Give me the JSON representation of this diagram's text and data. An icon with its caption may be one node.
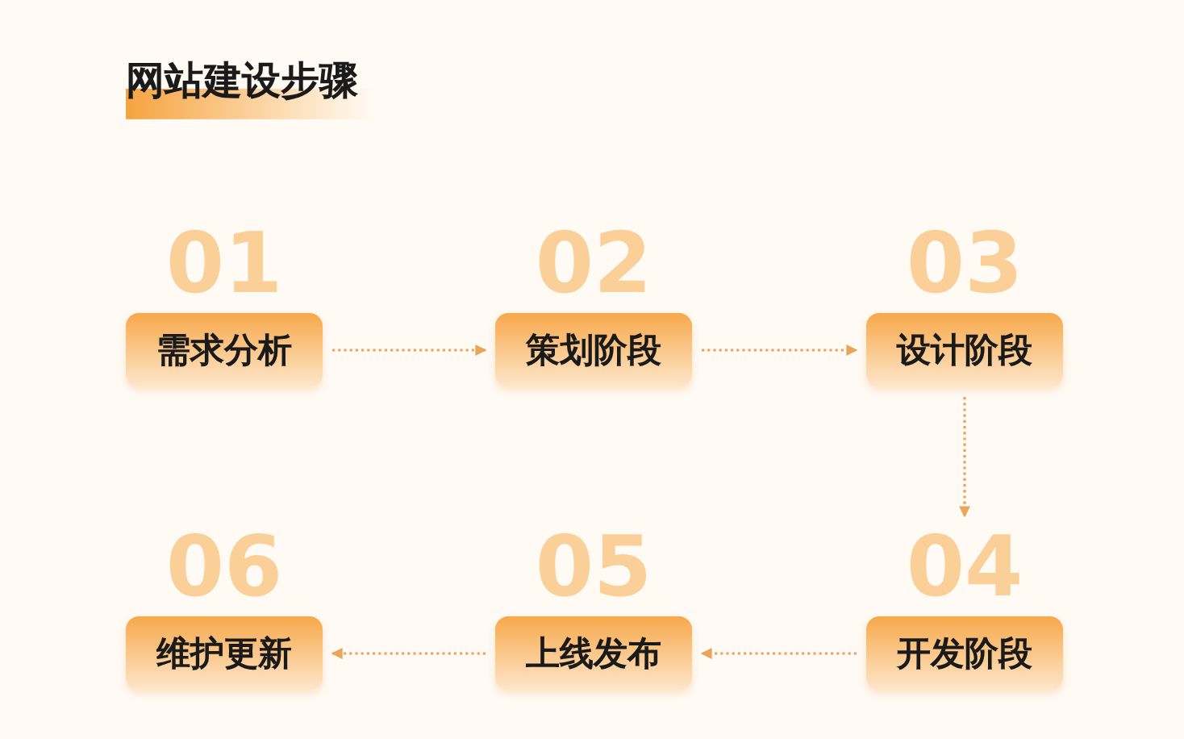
{
  "diagram": {
    "title": "网站建设步骤",
    "nodes": [
      {
        "text": [
          "01",
          "需求分析"
        ]
      },
      {
        "text": [
          "02",
          "策划阶段"
        ]
      },
      {
        "text": [
          "03",
          "设计阶段"
        ]
      },
      {
        "text": [
          "04",
          "开发阶段"
        ]
      },
      {
        "text": [
          "05",
          "上线发布"
        ]
      },
      {
        "text": [
          "06",
          "维护更新"
        ]
      }
    ],
    "edges": [
      {
        "from": 0,
        "to": 1,
        "arrow": "to"
      },
      {
        "from": 1,
        "to": 2,
        "arrow": "to"
      },
      {
        "from": 2,
        "to": 3,
        "arrow": "to"
      },
      {
        "from": 3,
        "to": 4,
        "arrow": "to"
      },
      {
        "from": 4,
        "to": 5,
        "arrow": "to"
      }
    ]
  }
}
